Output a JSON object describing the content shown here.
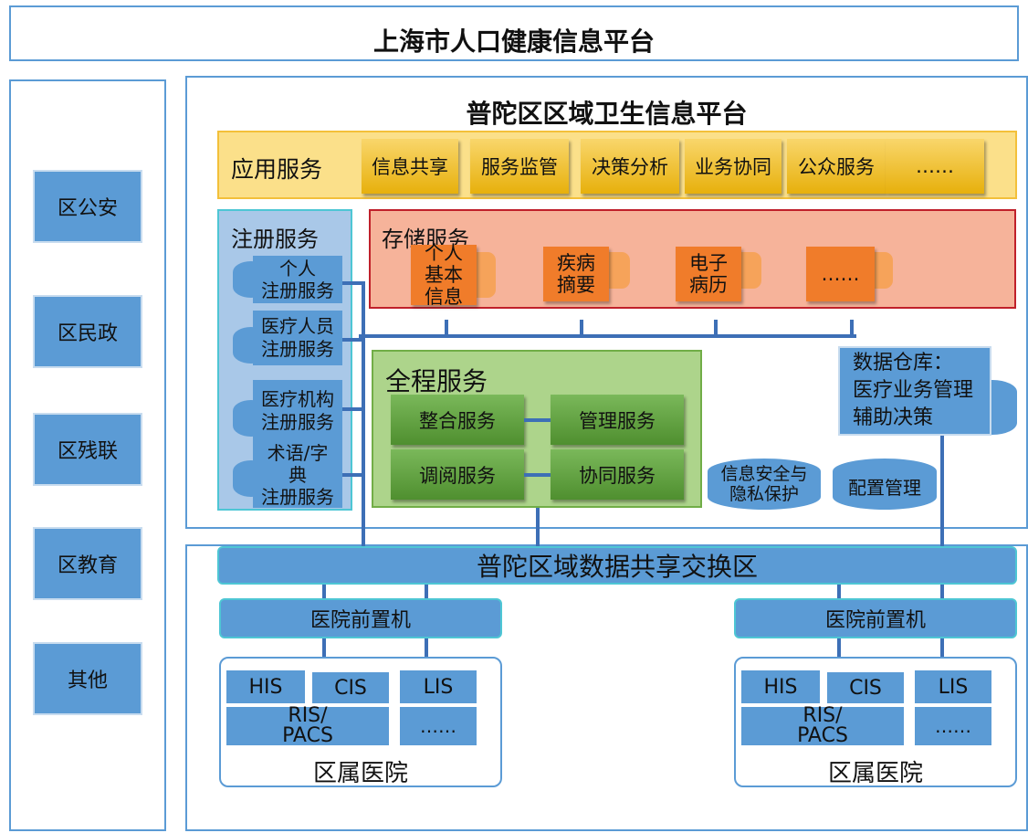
{
  "top_title": "上海市人口健康信息平台",
  "left_panel": {
    "items": [
      "区公安",
      "区民政",
      "区残联",
      "区教育",
      "其他"
    ]
  },
  "district_title": "普陀区区域卫生信息平台",
  "app_services": {
    "label": "应用服务",
    "items": [
      "信息共享",
      "服务监管",
      "决策分析",
      "业务协同",
      "公众服务",
      "……"
    ]
  },
  "registration": {
    "label": "注册服务",
    "items": [
      "个人\n注册服务",
      "医疗人员\n注册服务",
      "医疗机构\n注册服务",
      "术语/字\n典\n注册服务"
    ]
  },
  "storage": {
    "label": "存储服务",
    "items": [
      "个人\n基本\n信息",
      "疾病\n摘要",
      "电子\n病历",
      "……"
    ]
  },
  "full_process": {
    "label": "全程服务",
    "items": [
      "整合服务",
      "管理服务",
      "调阅服务",
      "协同服务"
    ]
  },
  "data_warehouse": "数据仓库：\n医疗业务管理\n辅助决策",
  "security": "信息安全与\n隐私保护",
  "config": "配置管理",
  "exchange_zone": "普陀区域数据共享交换区",
  "hospitals": [
    {
      "frontend": "医院前置机",
      "systems": [
        "HIS",
        "CIS",
        "LIS",
        "RIS/\nPACS",
        "……"
      ],
      "label": "区属医院"
    },
    {
      "frontend": "医院前置机",
      "systems": [
        "HIS",
        "CIS",
        "LIS",
        "RIS/\nPACS",
        "……"
      ],
      "label": "区属医院"
    }
  ],
  "colors": {
    "frame_blue": "#5b9bd5",
    "gold": "#e7b00c",
    "orange": "#f07c2a",
    "green": "#4f8f2f",
    "storage_border": "#c0202a"
  }
}
